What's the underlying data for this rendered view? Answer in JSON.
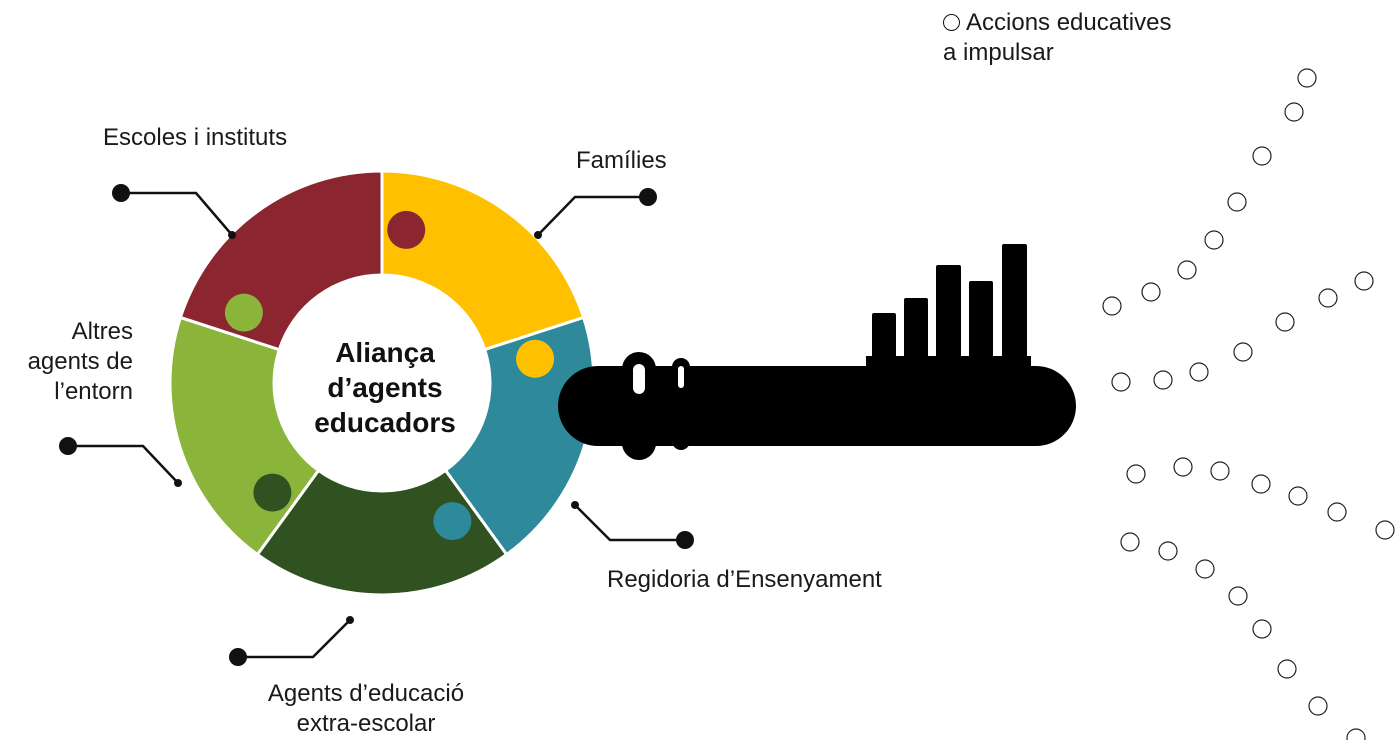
{
  "center": {
    "line1": "Aliança",
    "line2": "d’agents",
    "line3": "educadors"
  },
  "agents": {
    "escoles": {
      "label": "Escoles i instituts",
      "color": "#8B2530"
    },
    "families": {
      "label": "Famílies",
      "color": "#FFC000"
    },
    "regidoria": {
      "label": "Regidoria d’Ensenyament",
      "color": "#2E8A9A"
    },
    "extraescolar": {
      "line1": "Agents d’educació",
      "line2": "extra-escolar",
      "color": "#2F5220"
    },
    "altres": {
      "line1": "Altres",
      "line2": "agents de",
      "line3": "l’entorn",
      "color": "#8AB43A"
    }
  },
  "legend": {
    "line1": "Accions educatives",
    "line2": "a impulsar"
  },
  "icons": {
    "connector": "dot-connector-icon",
    "key": "key-icon",
    "action": "circle-outline-icon"
  }
}
